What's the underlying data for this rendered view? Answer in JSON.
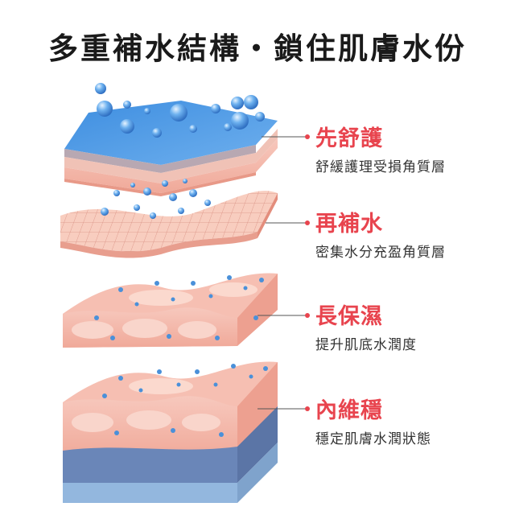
{
  "title": "多重補水結構・鎖住肌膚水份",
  "colors": {
    "accent": "#e8444e",
    "skin": "#f4b8ac",
    "skin_light": "#fbe0d6",
    "water": "#3f86d4",
    "deep_blue": "#6a86b8"
  },
  "layers": [
    {
      "heading": "先舒護",
      "description": "舒緩護理受損角質層"
    },
    {
      "heading": "再補水",
      "description": "密集水分充盈角質層"
    },
    {
      "heading": "長保濕",
      "description": "提升肌底水潤度"
    },
    {
      "heading": "內維穩",
      "description": "穩定肌膚水潤狀態"
    }
  ]
}
